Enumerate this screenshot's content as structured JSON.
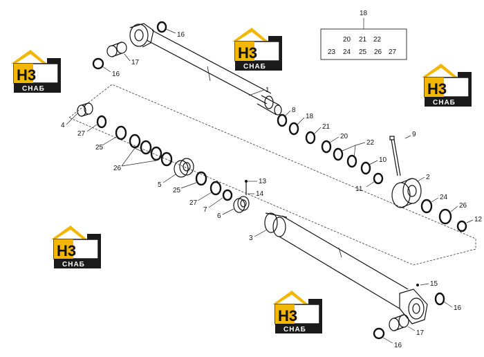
{
  "callouts": [
    {
      "id": "c16a",
      "text": "16"
    },
    {
      "id": "c17a",
      "text": "17"
    },
    {
      "id": "c16b",
      "text": "16"
    },
    {
      "id": "c1",
      "text": "1"
    },
    {
      "id": "c8",
      "text": "8"
    },
    {
      "id": "c18",
      "text": "18"
    },
    {
      "id": "c21",
      "text": "21"
    },
    {
      "id": "c20",
      "text": "20"
    },
    {
      "id": "c22",
      "text": "22"
    },
    {
      "id": "c10",
      "text": "10"
    },
    {
      "id": "c11",
      "text": "11"
    },
    {
      "id": "c9",
      "text": "9"
    },
    {
      "id": "c2",
      "text": "2"
    },
    {
      "id": "c24",
      "text": "24"
    },
    {
      "id": "c26b",
      "text": "26"
    },
    {
      "id": "c12",
      "text": "12"
    },
    {
      "id": "c4",
      "text": "4"
    },
    {
      "id": "c27a",
      "text": "27"
    },
    {
      "id": "c25a",
      "text": "25"
    },
    {
      "id": "c26a",
      "text": "26"
    },
    {
      "id": "c5",
      "text": "5"
    },
    {
      "id": "c25b",
      "text": "25"
    },
    {
      "id": "c27b",
      "text": "27"
    },
    {
      "id": "c7",
      "text": "7"
    },
    {
      "id": "c13",
      "text": "13"
    },
    {
      "id": "c14",
      "text": "14"
    },
    {
      "id": "c6",
      "text": "6"
    },
    {
      "id": "c3",
      "text": "3"
    },
    {
      "id": "c15",
      "text": "15"
    },
    {
      "id": "c16c",
      "text": "16"
    },
    {
      "id": "c17b",
      "text": "17"
    },
    {
      "id": "c16d",
      "text": "16"
    }
  ],
  "kit": {
    "label": "18",
    "row1": [
      "20",
      "21",
      "22"
    ],
    "row2": [
      "23",
      "24",
      "25",
      "26",
      "27"
    ]
  },
  "watermark": {
    "mark": "H3",
    "text": "CHAБ",
    "colors": {
      "yellow": "#f2b705",
      "dark": "#1a1a1a"
    }
  }
}
